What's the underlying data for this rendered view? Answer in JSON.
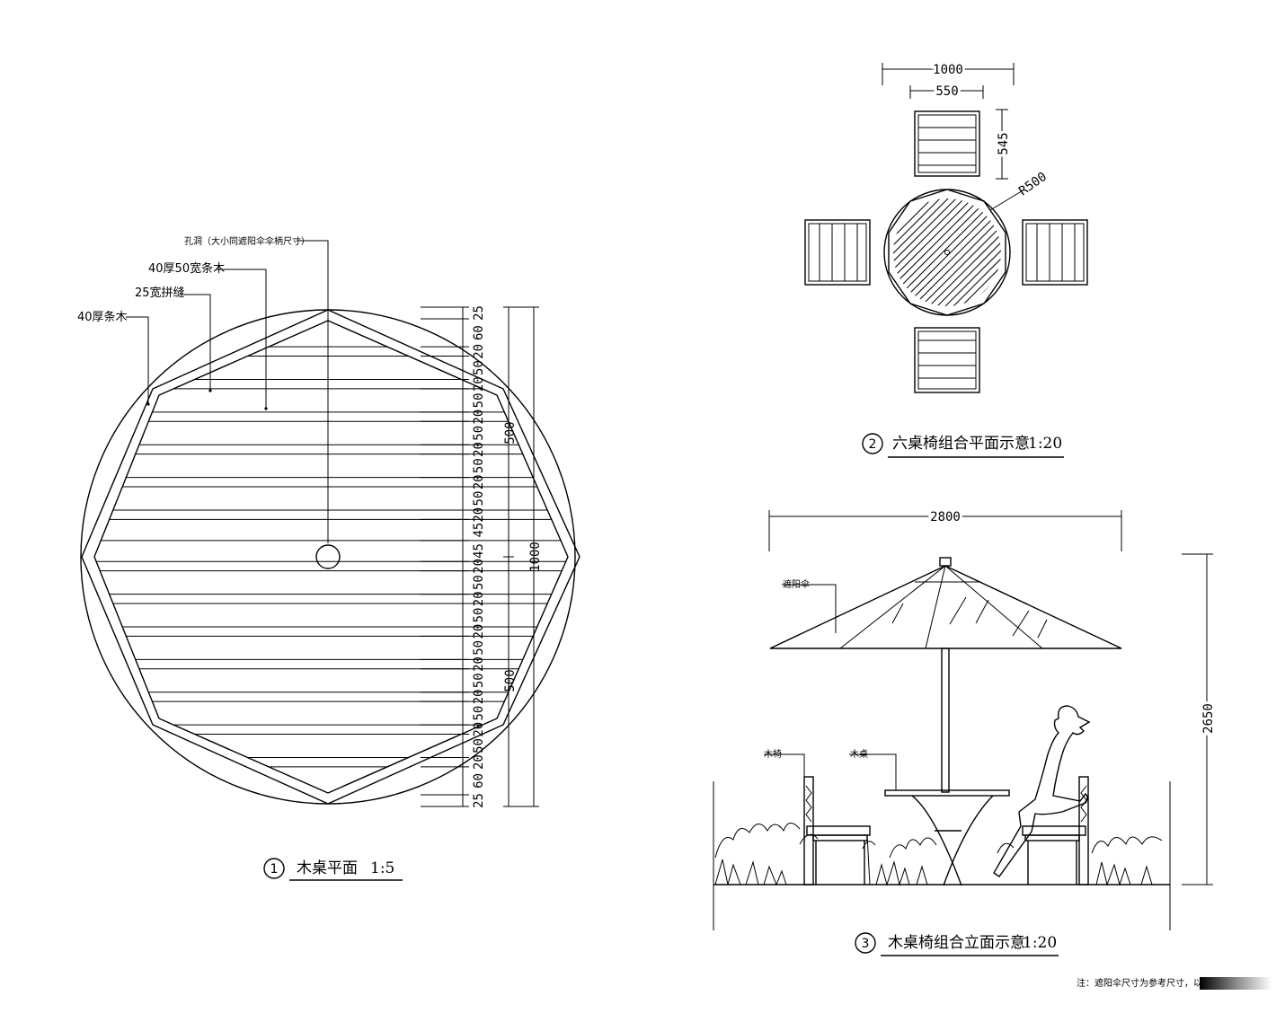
{
  "view1": {
    "title": "木桌平面",
    "number": "1",
    "scale": "1:5",
    "labels": {
      "hole": "孔洞（大小同遮阳伞伞柄尺寸）",
      "strip": "40厚50宽条木",
      "gap": "25宽拼缝",
      "rim": "40厚条木"
    },
    "dims_right": [
      "25",
      "60",
      "20",
      "50",
      "20",
      "50",
      "20",
      "50",
      "20",
      "50",
      "20",
      "50",
      "20",
      "45",
      "45",
      "20",
      "50",
      "20",
      "50",
      "20",
      "50",
      "20",
      "50",
      "20",
      "50",
      "20",
      "50",
      "20",
      "60",
      "25"
    ],
    "dim_half_top": "500",
    "dim_half_bottom": "500",
    "dim_total": "1000"
  },
  "view2": {
    "title": "六桌椅组合平面示意",
    "number": "2",
    "scale": "1:20",
    "dim_outer": "1000",
    "dim_inner": "550",
    "dim_side": "545",
    "radius": "R500"
  },
  "view3": {
    "title": "木桌椅组合立面示意",
    "number": "3",
    "scale": "1:20",
    "dim_width": "2800",
    "dim_height": "2650",
    "label_umbrella": "遮阳伞",
    "label_chair": "木椅",
    "label_table": "木桌"
  },
  "note": "注：遮阳伞尺寸为参考尺寸，以厂家"
}
